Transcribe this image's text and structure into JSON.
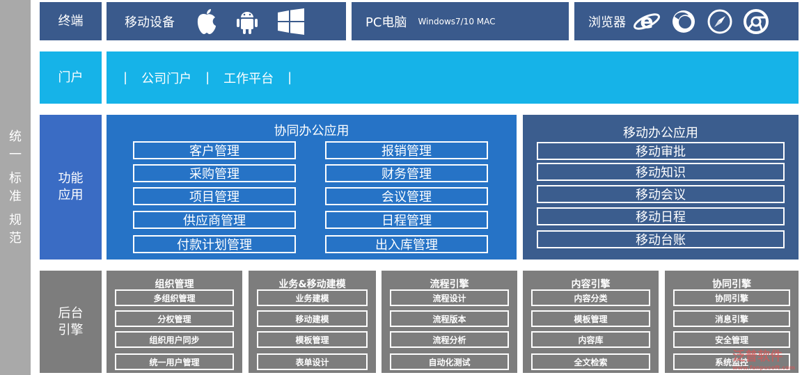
{
  "side_label": [
    "统",
    "一",
    "标",
    "准",
    "规",
    "范"
  ],
  "terminal": {
    "label": "终端",
    "mobile_label": "移动设备",
    "pc_label": "PC电脑",
    "pc_os": "Windows7/10 MAC",
    "browser_label": "浏览器"
  },
  "portal": {
    "label": "门户",
    "items": [
      "公司门户",
      "工作平台"
    ],
    "separator": "|"
  },
  "function": {
    "label_line1": "功能",
    "label_line2": "应用",
    "collab_title": "协同办公应用",
    "collab_left": [
      "客户管理",
      "采购管理",
      "项目管理",
      "供应商管理",
      "付款计划管理"
    ],
    "collab_right": [
      "报销管理",
      "财务管理",
      "会议管理",
      "日程管理",
      "出入库管理"
    ],
    "mobile_title": "移动办公应用",
    "mobile_items": [
      "移动审批",
      "移动知识",
      "移动会议",
      "移动日程",
      "移动台账"
    ]
  },
  "backend": {
    "label_line1": "后台",
    "label_line2": "引擎",
    "groups": [
      {
        "title": "组织管理",
        "items": [
          "多组织管理",
          "分权管理",
          "组织用户同步",
          "统一用户管理"
        ]
      },
      {
        "title": "业务&移动建模",
        "items": [
          "业务建模",
          "移动建模",
          "模板管理",
          "表单设计"
        ]
      },
      {
        "title": "流程引擎",
        "items": [
          "流程设计",
          "流程版本",
          "流程分析",
          "自动化测试"
        ]
      },
      {
        "title": "内容引擎",
        "items": [
          "内容分类",
          "模板管理",
          "内容库",
          "全文检索"
        ]
      },
      {
        "title": "协同引擎",
        "items": [
          "协同引擎",
          "消息引擎",
          "安全管理",
          "系统监控"
        ]
      }
    ]
  },
  "watermark": {
    "text": "泛普软件",
    "sub": "www.fanpusoft.com"
  },
  "colors": {
    "dark": "#3a5a8c",
    "cyan": "#16b3e8",
    "blue": "#2673c6",
    "grey": "#7d7d7d",
    "side": "#a9a9a9"
  },
  "icons": [
    "apple-icon",
    "android-icon",
    "windows-icon",
    "ie-icon",
    "firefox-icon",
    "safari-icon",
    "chrome-icon"
  ]
}
